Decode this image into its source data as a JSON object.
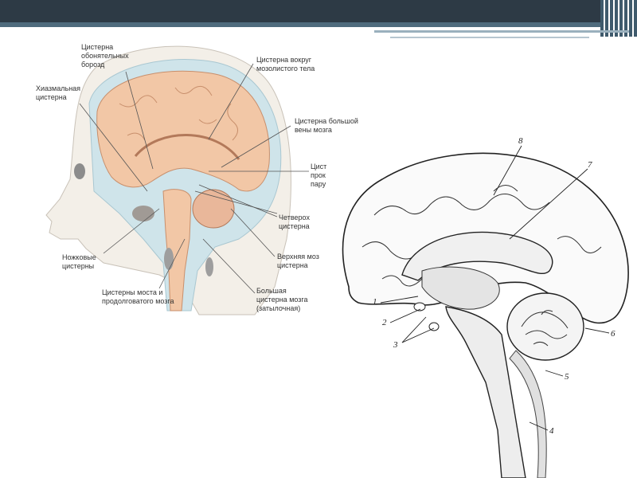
{
  "figure_left": {
    "labels": [
      {
        "lines": [
          "Цистерна",
          "обонятельных",
          "борозд"
        ]
      },
      {
        "lines": [
          "Цистерна вокруг",
          "мозолистого тела"
        ]
      },
      {
        "lines": [
          "Хиазмальная",
          "цистерна"
        ]
      },
      {
        "lines": [
          "Цистерна большой",
          "вены мозга"
        ]
      },
      {
        "lines": [
          "Цист",
          "прок",
          "пару"
        ]
      },
      {
        "lines": [
          "Четвероx",
          "цистерна"
        ]
      },
      {
        "lines": [
          "Ножковые",
          "цистерны"
        ]
      },
      {
        "lines": [
          "Верхняя моз",
          "цистерна"
        ]
      },
      {
        "lines": [
          "Цистерны моста и",
          "продолговатого мозга"
        ]
      },
      {
        "lines": [
          "Большая",
          "цистерна мозга",
          "(затылочная)"
        ]
      }
    ]
  },
  "figure_right": {
    "numbers": [
      "8",
      "7",
      "1",
      "2",
      "3",
      "6",
      "5",
      "4"
    ]
  },
  "colors": {
    "topbar": "#2d3a45",
    "brain": "#f2c7a6",
    "csf": "#cfe4ea",
    "skin": "#f3efe8"
  }
}
